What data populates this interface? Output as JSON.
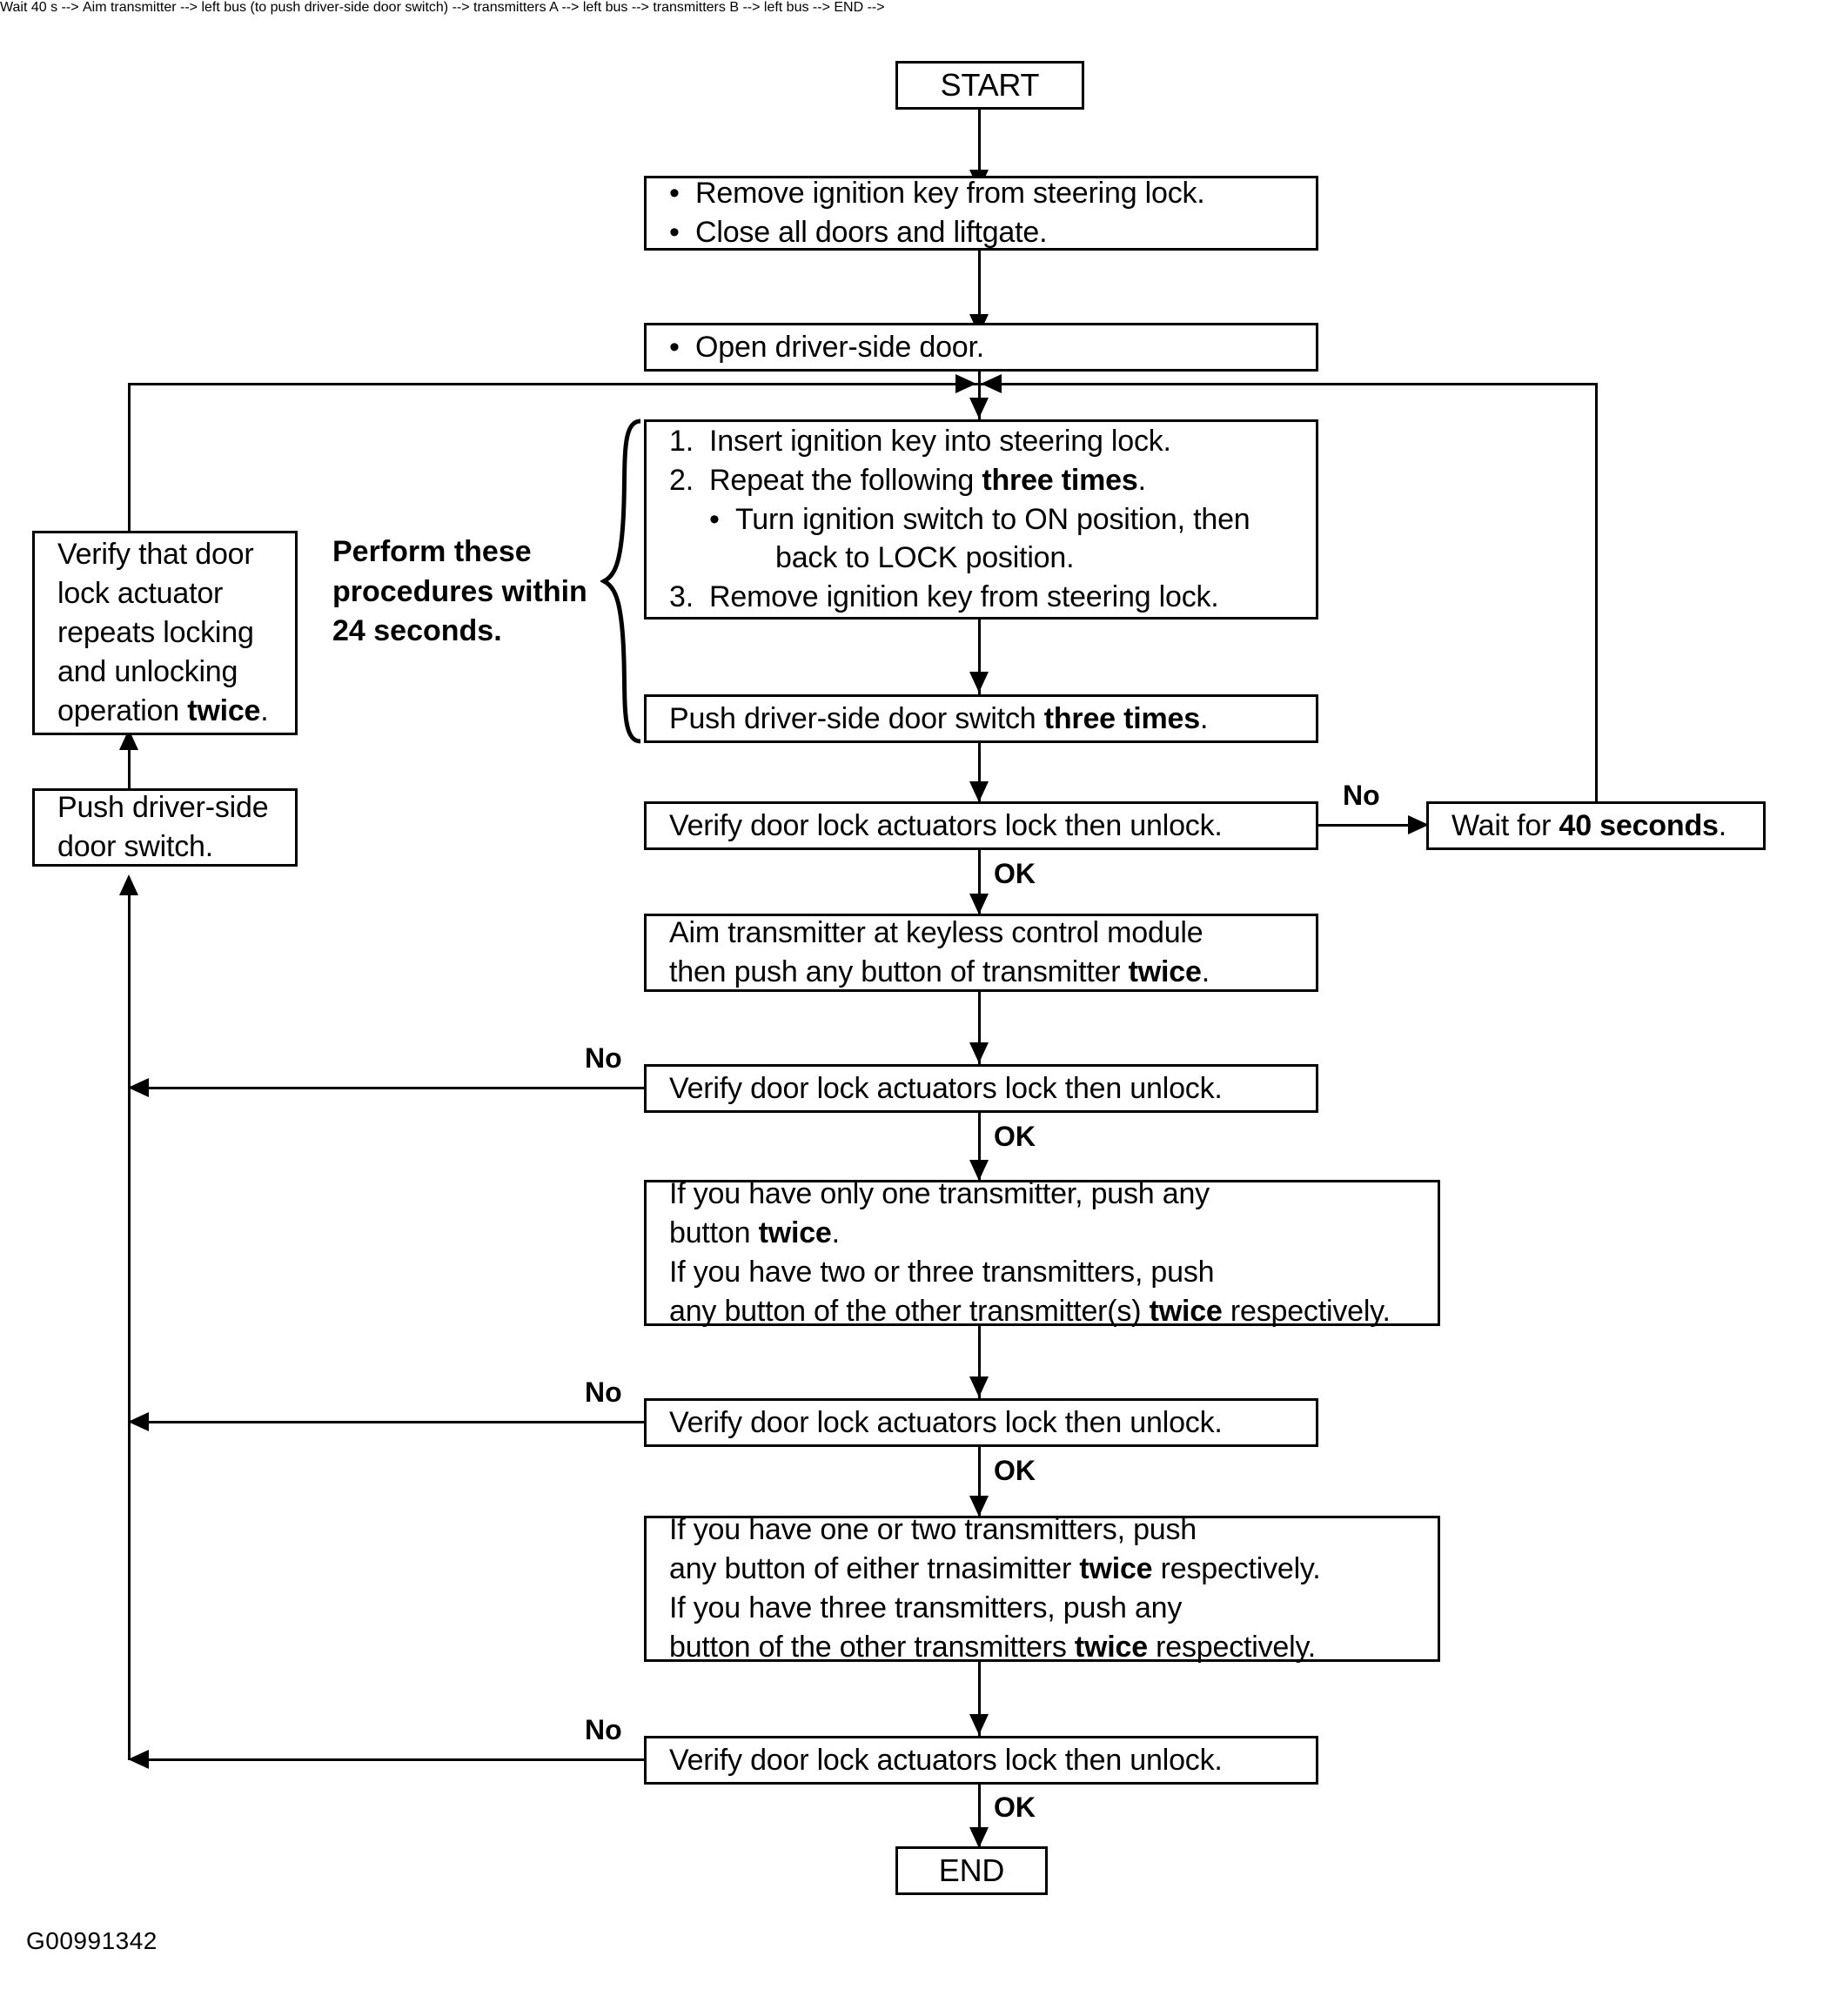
{
  "figure": {
    "id": "G00991342",
    "note": {
      "line1": "Perform these",
      "line2": "procedures within",
      "line3": "24 seconds."
    }
  },
  "nodes": {
    "start": {
      "label": "START"
    },
    "prep": {
      "bullet": "•",
      "items": [
        "Remove ignition key from steering lock.",
        "Close all doors and liftgate."
      ]
    },
    "open_door": {
      "bullet": "•",
      "items": [
        "Open driver-side door."
      ]
    },
    "ignition_steps": {
      "bullet": "•",
      "step1_num": "1.",
      "step1_text": "Insert ignition key into steering lock.",
      "step2_num": "2.",
      "step2_a": "Repeat the following ",
      "step2_b": "three times",
      "step2_c": ".",
      "step2_sub_a": "Turn ignition switch to ON position, then",
      "step2_sub_b": "back to LOCK position.",
      "step3_num": "3.",
      "step3_text": "Remove ignition key from steering lock."
    },
    "push_switch_three": {
      "a": "Push driver-side door switch ",
      "b": "three times",
      "c": "."
    },
    "verify1": {
      "label": "Verify door lock actuators lock then unlock."
    },
    "wait40": {
      "a": "Wait for ",
      "b": "40 seconds",
      "c": "."
    },
    "aim_transmitter": {
      "line1": "Aim transmitter at keyless control module",
      "line2_a": "then push any button of transmitter ",
      "line2_b": "twice",
      "line2_c": "."
    },
    "verify2": {
      "label": "Verify door lock actuators lock then unlock."
    },
    "transmitters_a": {
      "line1": "If you have only one transmitter, push any",
      "line2_a": "button ",
      "line2_b": "twice",
      "line2_c": ".",
      "line3": "If you have two or three transmitters, push",
      "line4_a": "any button of the other transmitter(s) ",
      "line4_b": "twice",
      "line4_c": " respectively."
    },
    "verify3": {
      "label": "Verify door lock actuators lock then unlock."
    },
    "transmitters_b": {
      "line1": "If you have one or two transmitters, push",
      "line2_a": "any button of either trnasimitter ",
      "line2_b": "twice",
      "line2_c": " respectively.",
      "line3": "If you have three transmitters, push any",
      "line4_a": "button of the other transmitters ",
      "line4_b": "twice",
      "line4_c": " respectively."
    },
    "verify4": {
      "label": "Verify door lock actuators lock then unlock."
    },
    "end": {
      "label": "END"
    },
    "verify_actuator_twice": {
      "line1": "Verify that door",
      "line2": "lock actuator",
      "line3": "repeats locking",
      "line4": "and unlocking",
      "line5_a": "operation ",
      "line5_b": "twice",
      "line5_c": "."
    },
    "push_switch": {
      "line1": "Push driver-side",
      "line2": "door switch."
    }
  },
  "edge_labels": {
    "ok1": "OK",
    "ok2": "OK",
    "ok3": "OK",
    "ok4": "OK",
    "no1": "No",
    "no2": "No",
    "no3": "No",
    "no4": "No"
  }
}
